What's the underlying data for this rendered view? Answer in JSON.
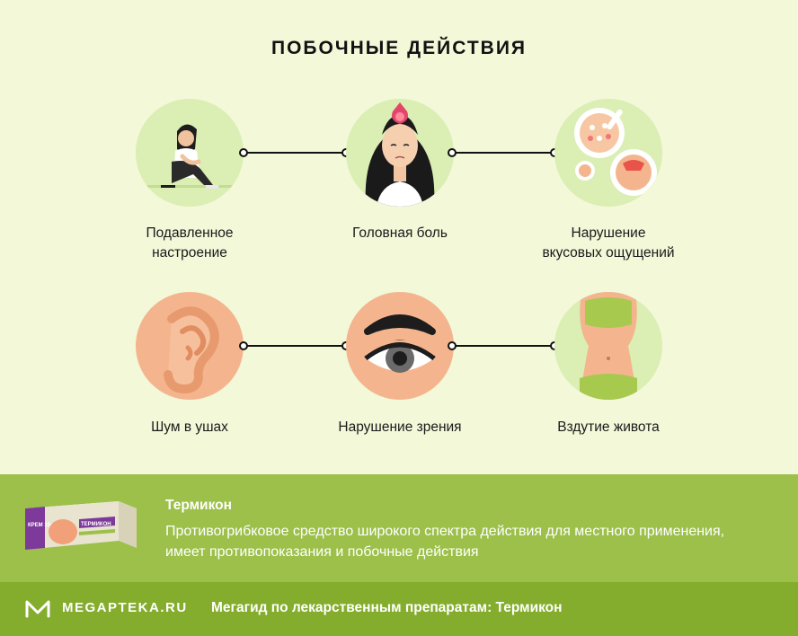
{
  "title": "ПОБОЧНЫЕ ДЕЙСТВИЯ",
  "effects": [
    {
      "label": "Подавленное\nнастроение",
      "icon": "sad-person-icon"
    },
    {
      "label": "Головная боль",
      "icon": "headache-icon"
    },
    {
      "label": "Нарушение\nвкусовых ощущений",
      "icon": "food-icon"
    },
    {
      "label": "Шум в ушах",
      "icon": "ear-icon"
    },
    {
      "label": "Нарушение зрения",
      "icon": "eye-icon"
    },
    {
      "label": "Вздутие живота",
      "icon": "belly-icon"
    }
  ],
  "product": {
    "name": "Термикон",
    "description": "Противогрибковое средство широкого спектра действия для местного применения, имеет противопоказания и побочные действия",
    "box_text": "КРЕМ 15г",
    "box_brand": "ТЕРМИКОН"
  },
  "footer": {
    "brand": "MEGAPTEKA.RU",
    "tagline": "Мегагид по лекарственным препаратам: Термикон"
  },
  "colors": {
    "background": "#f2f8d8",
    "product_band": "#9cc04a",
    "footer_band": "#84ad2d",
    "circle_green": "#dbeeb4",
    "circle_peach": "#f4b58e"
  }
}
